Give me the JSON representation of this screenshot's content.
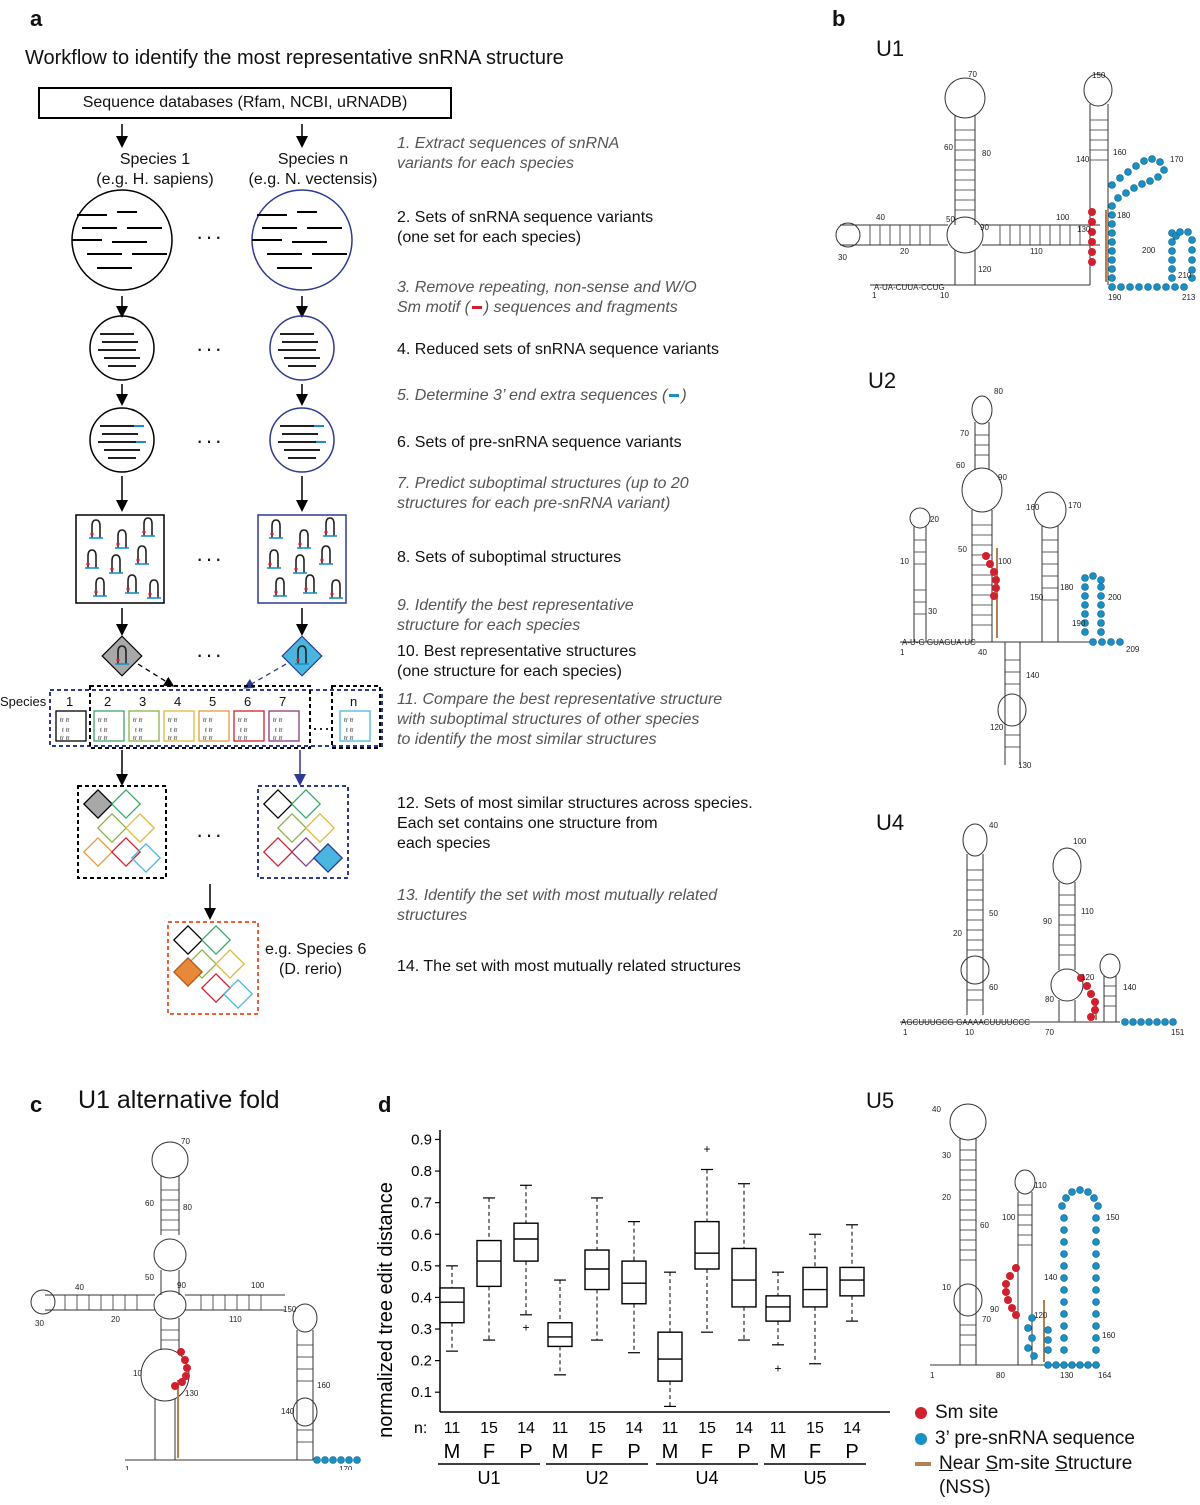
{
  "panels": {
    "a": "a",
    "b": "b",
    "c": "c",
    "d": "d"
  },
  "panel_a": {
    "title": "Workflow to identify the most representative snRNA structure",
    "databases": "Sequence databases (Rfam, NCBI, uRNADB)",
    "species1_line1": "Species 1",
    "species1_line2": "(e.g. H. sapiens)",
    "speciesn_line1": "Species n",
    "speciesn_line2": "(e.g. N. vectensis)",
    "ellipsis": "···",
    "steps": [
      {
        "l1": "1. Extract sequences of snRNA",
        "l2": "variants for each species"
      },
      {
        "l1": "2. Sets of snRNA sequence variants",
        "l2": "(one set for each species)"
      },
      {
        "l1": "3. Remove repeating, non-sense and W/O",
        "l2a": "Sm motif (",
        "l2b": ") sequences and fragments"
      },
      {
        "l1": "4. Reduced sets of snRNA sequence variants"
      },
      {
        "l1a": "5. Determine 3’ end extra sequences (",
        "l1b": ")"
      },
      {
        "l1": "6. Sets of pre-snRNA sequence variants"
      },
      {
        "l1": "7. Predict suboptimal structures (up to 20",
        "l2": "structures for each pre-snRNA variant)"
      },
      {
        "l1": "8. Sets of suboptimal structures"
      },
      {
        "l1": "9. Identify the best representative",
        "l2": "structure for each species"
      },
      {
        "l1": "10. Best representative structures",
        "l2": "(one structure for each species)"
      },
      {
        "l1": "11. Compare the best representative structure",
        "l2": "with suboptimal structures of other species",
        "l3": "to identify the most similar structures"
      },
      {
        "l1": "12. Sets of most similar structures across species.",
        "l2": "Each set contains one structure from",
        "l3": "each species"
      },
      {
        "l1": "13. Identify the set with most mutually related",
        "l2": "structures"
      },
      {
        "l1": "14. The set with most mutually related structures"
      }
    ],
    "species_row_label": "Species",
    "species_numbers": [
      "1",
      "2",
      "3",
      "4",
      "5",
      "6",
      "7",
      "n"
    ],
    "example_l1": "e.g. Species 6",
    "example_l2": "(D. rerio)"
  },
  "panel_b": {
    "labels": [
      "U1",
      "U2",
      "U4",
      "U5"
    ],
    "u1_numbers": [
      "70",
      "150",
      "160",
      "170",
      "60",
      "80",
      "140",
      "40",
      "50",
      "90",
      "100",
      "130",
      "180",
      "200",
      "20",
      "110",
      "30",
      "120",
      "210",
      "1",
      "10",
      "190",
      "213"
    ],
    "u2_numbers": [
      "80",
      "70",
      "60",
      "90",
      "160",
      "170",
      "20",
      "50",
      "100",
      "10",
      "30",
      "150",
      "180",
      "200",
      "190",
      "1",
      "40",
      "209",
      "140",
      "120",
      "130"
    ],
    "u4_numbers": [
      "40",
      "100",
      "50",
      "110",
      "20",
      "90",
      "60",
      "140",
      "120",
      "80",
      "1",
      "10",
      "70",
      "151"
    ],
    "u5_numbers": [
      "40",
      "30",
      "110",
      "20",
      "100",
      "60",
      "150",
      "10",
      "140",
      "90",
      "70",
      "120",
      "160",
      "1",
      "80",
      "130",
      "164"
    ],
    "u1_seq_bottom": "A-UA-CUUA-CCUG",
    "u2_seq_bottom": "A-U-G GUAGUA-UC",
    "u4_seq_bottom": "AGCUUUGCG GAAAACUUUUCCC"
  },
  "panel_c": {
    "title": "U1 alternative fold",
    "numbers": [
      "70",
      "60",
      "80",
      "40",
      "50",
      "90",
      "100",
      "20",
      "110",
      "30",
      "150",
      "10",
      "130",
      "160",
      "140",
      "1",
      "170"
    ]
  },
  "legend": {
    "sm_site": "Sm site",
    "pre_snrna": "3’ pre-snRNA sequence",
    "nss_n": "N",
    "nss_1": "ear ",
    "nss_s": "S",
    "nss_2": "m-site ",
    "nss_s2": "S",
    "nss_3": "tructure",
    "nss_abbr": "(NSS)"
  },
  "colors": {
    "sm_red": "#d0202e",
    "pre_blue": "#1a8fc4",
    "nss_brown": "#b38050",
    "navy": "#2b3b8f",
    "black_dashed": "#000000",
    "orange_dashed": "#e8603c",
    "gray_text": "#555555"
  },
  "chart_data": {
    "type": "box",
    "ylabel": "normalized tree edit distance",
    "ylim": [
      0.05,
      0.93
    ],
    "yticks": [
      "0.1",
      "0.2",
      "0.3",
      "0.4",
      "0.5",
      "0.6",
      "0.7",
      "0.8",
      "0.9"
    ],
    "n_label": "n:",
    "groups": [
      "U1",
      "U2",
      "U4",
      "U5"
    ],
    "categories": [
      "M",
      "F",
      "P"
    ],
    "boxes": [
      {
        "group": "U1",
        "cat": "M",
        "n": "11",
        "min": 0.23,
        "q1": 0.32,
        "median": 0.385,
        "q3": 0.43,
        "max": 0.5,
        "outliers": []
      },
      {
        "group": "U1",
        "cat": "F",
        "n": "15",
        "min": 0.265,
        "q1": 0.435,
        "median": 0.515,
        "q3": 0.58,
        "max": 0.715,
        "outliers": []
      },
      {
        "group": "U1",
        "cat": "P",
        "n": "14",
        "min": 0.345,
        "q1": 0.515,
        "median": 0.585,
        "q3": 0.635,
        "max": 0.755,
        "outliers": [
          0.305
        ]
      },
      {
        "group": "U2",
        "cat": "M",
        "n": "11",
        "min": 0.155,
        "q1": 0.245,
        "median": 0.275,
        "q3": 0.32,
        "max": 0.455,
        "outliers": []
      },
      {
        "group": "U2",
        "cat": "F",
        "n": "15",
        "min": 0.265,
        "q1": 0.425,
        "median": 0.49,
        "q3": 0.55,
        "max": 0.715,
        "outliers": []
      },
      {
        "group": "U2",
        "cat": "P",
        "n": "14",
        "min": 0.225,
        "q1": 0.38,
        "median": 0.445,
        "q3": 0.515,
        "max": 0.64,
        "outliers": []
      },
      {
        "group": "U4",
        "cat": "M",
        "n": "11",
        "min": 0.055,
        "q1": 0.135,
        "median": 0.205,
        "q3": 0.29,
        "max": 0.48,
        "outliers": []
      },
      {
        "group": "U4",
        "cat": "F",
        "n": "15",
        "min": 0.29,
        "q1": 0.49,
        "median": 0.54,
        "q3": 0.64,
        "max": 0.805,
        "outliers": [
          0.87
        ]
      },
      {
        "group": "U4",
        "cat": "P",
        "n": "14",
        "min": 0.265,
        "q1": 0.37,
        "median": 0.455,
        "q3": 0.555,
        "max": 0.76,
        "outliers": []
      },
      {
        "group": "U5",
        "cat": "M",
        "n": "11",
        "min": 0.25,
        "q1": 0.325,
        "median": 0.37,
        "q3": 0.405,
        "max": 0.48,
        "outliers": [
          0.175
        ]
      },
      {
        "group": "U5",
        "cat": "F",
        "n": "15",
        "min": 0.19,
        "q1": 0.37,
        "median": 0.425,
        "q3": 0.495,
        "max": 0.6,
        "outliers": []
      },
      {
        "group": "U5",
        "cat": "P",
        "n": "14",
        "min": 0.325,
        "q1": 0.405,
        "median": 0.455,
        "q3": 0.495,
        "max": 0.63,
        "outliers": []
      }
    ]
  }
}
